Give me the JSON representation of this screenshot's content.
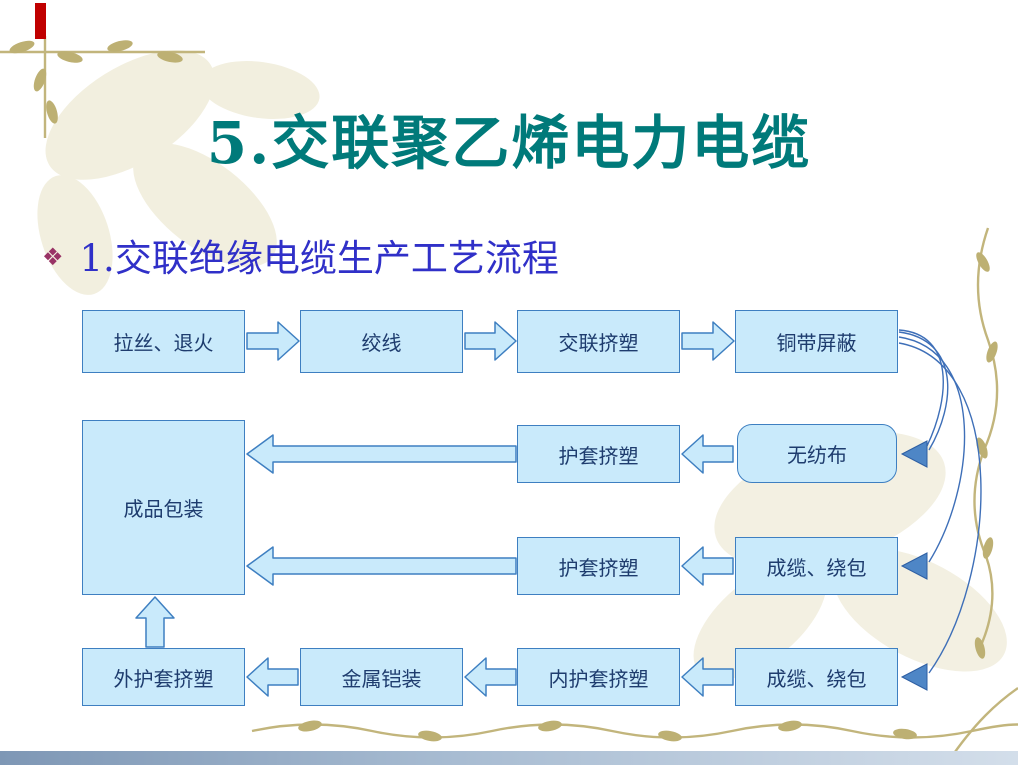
{
  "slide": {
    "title": "5.交联聚乙烯电力电缆",
    "bullet_glyph": "❖",
    "subtitle": "1.交联绝缘电缆生产工艺流程"
  },
  "diagram": {
    "type": "flowchart",
    "nodes": [
      {
        "label": "拉丝、退火"
      },
      {
        "label": "绞线"
      },
      {
        "label": "交联挤塑"
      },
      {
        "label": "铜带屏蔽"
      },
      {
        "label": "护套挤塑"
      },
      {
        "label": "无纺布"
      },
      {
        "label": "成品包装"
      },
      {
        "label": "护套挤塑"
      },
      {
        "label": "成缆、绕包"
      },
      {
        "label": "外护套挤塑"
      },
      {
        "label": "金属铠装"
      },
      {
        "label": "内护套挤塑"
      },
      {
        "label": "成缆、绕包"
      }
    ],
    "flows": [
      "拉丝、退火 → 绞线 → 交联挤塑 → 铜带屏蔽",
      "铜带屏蔽 → 无纺布 → 护套挤塑 → 成品包装",
      "铜带屏蔽 → 成缆、绕包 → 护套挤塑 → 成品包装",
      "铜带屏蔽 → 成缆、绕包 → 内护套挤塑 → 金属铠装 → 外护套挤塑 → 成品包装"
    ],
    "colors": {
      "node_fill": "#C9EAFB",
      "node_border": "#3E7FC1",
      "node_text": "#1E3C6E",
      "connector": "#3E6FB8"
    }
  },
  "theme": {
    "title_color": "#007A7A",
    "subtitle_color": "#3030C8",
    "bullet_color": "#993366",
    "accent_bar_color": "#C00000",
    "decoration_color": "#C2B57C"
  }
}
